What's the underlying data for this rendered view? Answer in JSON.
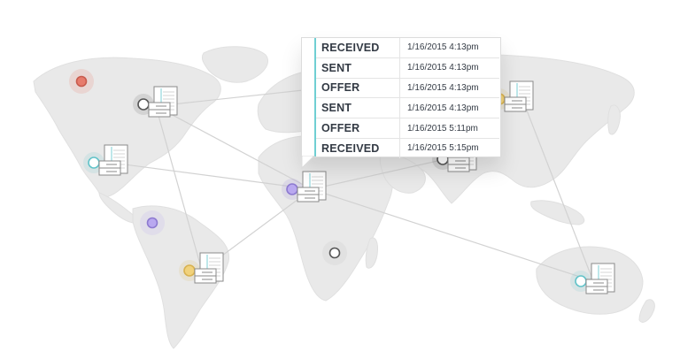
{
  "log": {
    "rows": [
      {
        "status": "RECEIVED",
        "time": "1/16/2015 4:13pm"
      },
      {
        "status": "SENT",
        "time": "1/16/2015 4:13pm"
      },
      {
        "status": "OFFER",
        "time": "1/16/2015 4:13pm"
      },
      {
        "status": "SENT",
        "time": "1/16/2015 4:13pm"
      },
      {
        "status": "OFFER",
        "time": "1/16/2015 5:11pm"
      },
      {
        "status": "RECEIVED",
        "time": "1/16/2015 5:15pm"
      }
    ]
  },
  "colors": {
    "land": "#e9e9e9",
    "link": "#d2d2d2",
    "accent": "#6fcfd3",
    "marker_red": "#e77b6c",
    "marker_teal": "#62c3c9",
    "marker_yellow": "#f1d27a",
    "marker_purple": "#b9a8f0",
    "marker_white": "#ffffff"
  },
  "icons": [
    "document-icon",
    "server-icon",
    "location-marker-icon",
    "pointer-arrow-icon"
  ]
}
